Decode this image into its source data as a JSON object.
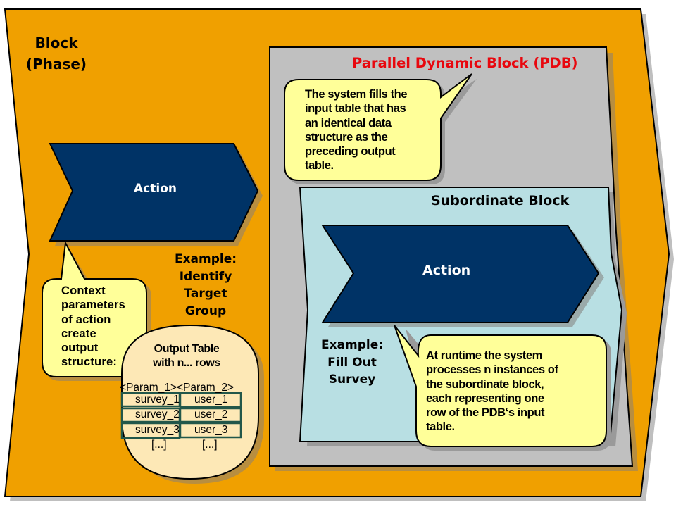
{
  "colors": {
    "phase_block_fill": "#f0a000",
    "pdb_block_fill": "#c0c0c0",
    "subordinate_block_fill": "#b8dfe3",
    "action_fill": "#003366",
    "callout_fill": "#ffff99",
    "output_table_fill": "#fde8b6",
    "table_border": "#22574a",
    "pdb_title_color": "#e8070e"
  },
  "phase_block": {
    "title_line1": "Block",
    "title_line2": "(Phase)",
    "action_label": "Action",
    "example": [
      "Example:",
      "Identify",
      "Target",
      "Group"
    ],
    "callout": [
      "Context",
      "parameters",
      "of action",
      "create",
      "output",
      "structure:"
    ]
  },
  "output_table": {
    "title_line1": "Output Table",
    "title_line2": "with n... rows",
    "headers": [
      "<Param_1>",
      "<Param_2>"
    ],
    "rows": [
      [
        "survey_1",
        "user_1"
      ],
      [
        "survey_2",
        "user_2"
      ],
      [
        "survey_3",
        "user_3"
      ]
    ],
    "ellipsis": [
      "[...]",
      "[...]"
    ]
  },
  "pdb": {
    "title": "Parallel Dynamic Block (PDB)",
    "callout": [
      "The system fills the",
      "input table that has",
      "an identical data",
      "structure as the",
      "preceding output",
      "table."
    ]
  },
  "subordinate_block": {
    "title": "Subordinate Block",
    "action_label": "Action",
    "example": [
      "Example:",
      "Fill Out",
      "Survey"
    ],
    "callout": [
      "At runtime the system",
      "processes n instances of",
      "the subordinate block,",
      "each representing one",
      "row of the PDB‘s input",
      "table."
    ]
  }
}
